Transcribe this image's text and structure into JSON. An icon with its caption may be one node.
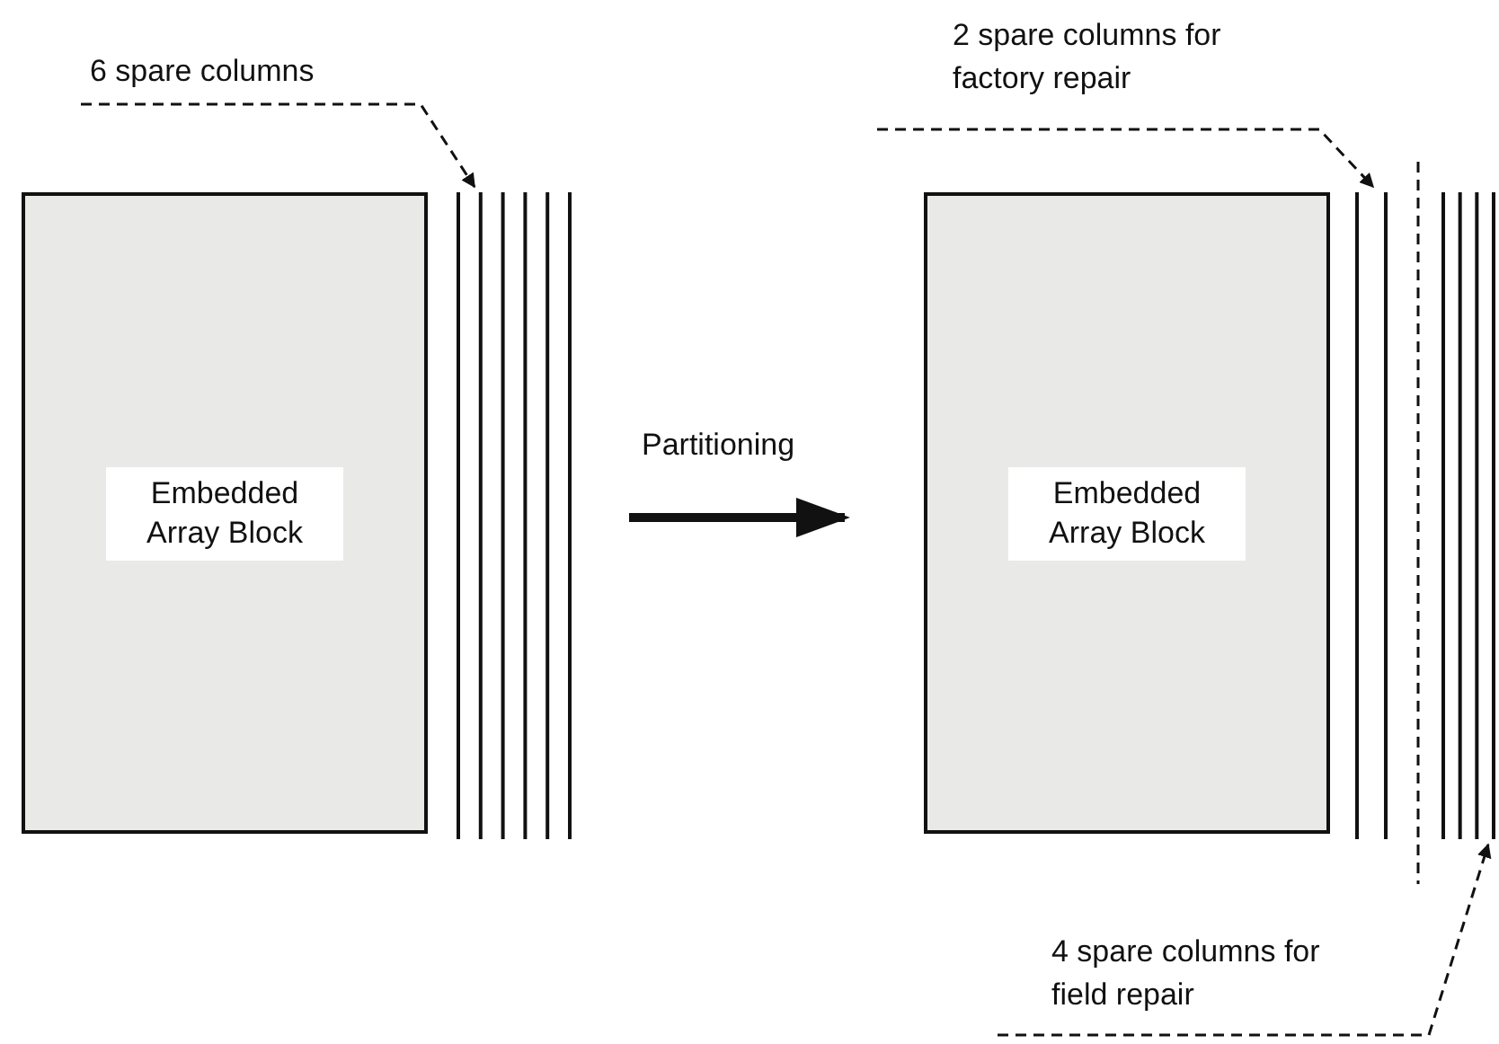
{
  "diagram": {
    "nodes": [
      {
        "text": [
          "6 spare columns"
        ]
      },
      {
        "text": [
          "Embedded Array Block"
        ]
      },
      {
        "text": [],
        "shape": "bar"
      },
      {
        "text": [
          "Embedded Array Block"
        ]
      },
      {
        "text": [
          "2 spare columns for factory repair"
        ]
      },
      {
        "text": [],
        "shape": "bar"
      },
      {
        "text": [],
        "shape": "bar"
      },
      {
        "text": [
          "4 spare columns for field repair"
        ]
      }
    ],
    "edges": [
      {
        "from": 0,
        "to": 2,
        "arrow": "to",
        "style": "dashed"
      },
      {
        "from": 2,
        "to": 3,
        "arrow": "to",
        "label": "Partitioning",
        "style": "thick"
      },
      {
        "from": 4,
        "to": 5,
        "arrow": "to",
        "style": "dashed"
      },
      {
        "from": 7,
        "to": 6,
        "arrow": "to",
        "style": "dashed"
      }
    ]
  }
}
